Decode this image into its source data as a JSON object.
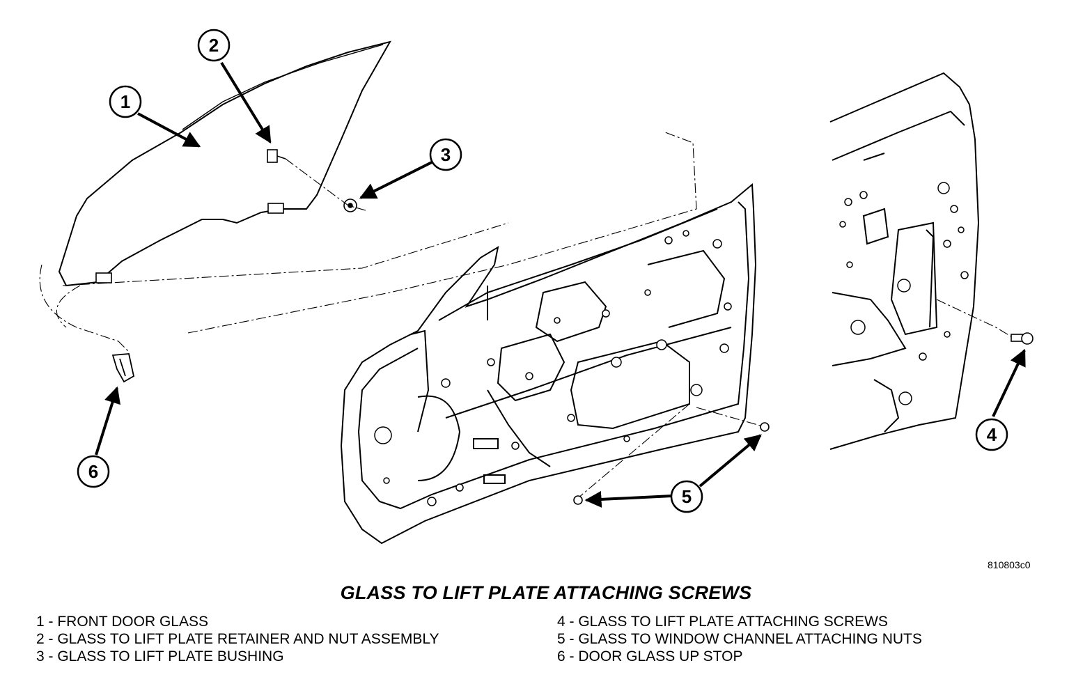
{
  "figure_id": "810803c0",
  "title": "GLASS TO LIFT PLATE ATTACHING SCREWS",
  "callouts": [
    "1",
    "2",
    "3",
    "4",
    "5",
    "6"
  ],
  "legend": [
    "1 - FRONT DOOR GLASS",
    "2 - GLASS TO LIFT PLATE RETAINER AND NUT ASSEMBLY",
    "3 - GLASS TO LIFT PLATE BUSHING",
    "4 - GLASS TO LIFT PLATE ATTACHING SCREWS",
    "5 - GLASS TO WINDOW CHANNEL ATTACHING NUTS",
    "6 - DOOR GLASS UP STOP"
  ]
}
